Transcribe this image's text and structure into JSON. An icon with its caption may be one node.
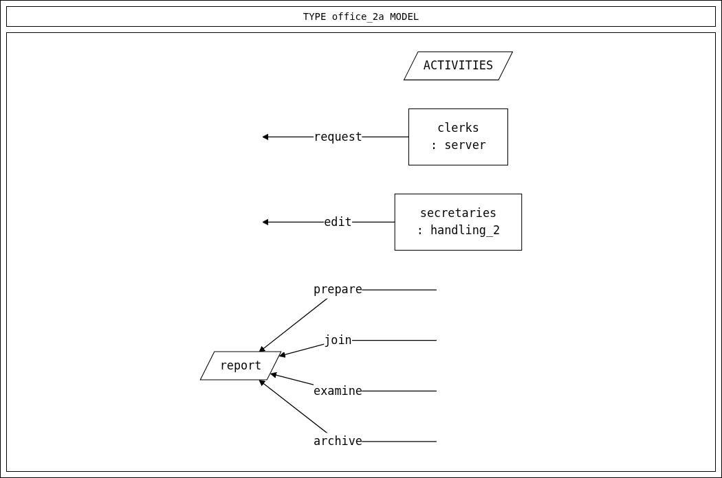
{
  "diagram": {
    "title": "TYPE office_2a MODEL",
    "nodes": [
      {
        "text": [
          "report"
        ]
      },
      {
        "text": [
          "ACTIVITIES"
        ]
      },
      {
        "text": [
          "clerks",
          ": server"
        ]
      },
      {
        "text": [
          "secretaries",
          ": handling_2"
        ]
      }
    ],
    "edges": [
      {
        "from": null,
        "to": 0,
        "arrow": "to",
        "label": "prepare"
      },
      {
        "from": null,
        "to": 0,
        "arrow": "to",
        "label": "join"
      },
      {
        "from": null,
        "to": 0,
        "arrow": "to",
        "label": "examine"
      },
      {
        "from": null,
        "to": 0,
        "arrow": "to",
        "label": "archive"
      },
      {
        "from": 2,
        "to": null,
        "arrow": "to",
        "label": "request"
      },
      {
        "from": 3,
        "to": null,
        "arrow": "to",
        "label": "edit"
      }
    ]
  }
}
